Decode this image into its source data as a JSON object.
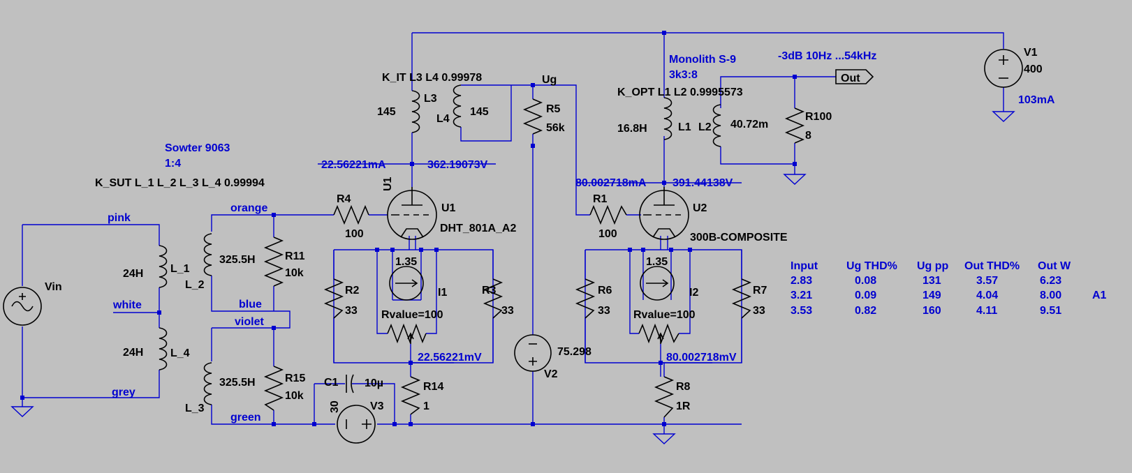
{
  "transformer_in": {
    "name": "Sowter 9063",
    "ratio": "1:4",
    "coupling": "K_SUT L_1 L_2 L_3 L_4 0.99994"
  },
  "transformer_it": {
    "coupling": "K_IT L3 L4  0.99978"
  },
  "transformer_out": {
    "name": "Monolith S-9",
    "ratio": "3k3:8",
    "coupling": "K_OPT L1 L2 0.9995573"
  },
  "response": "-3dB   10Hz ...54kHz",
  "out_label": "Out",
  "ug_label": "Ug",
  "nets": {
    "pink": "pink",
    "white": "white",
    "grey": "grey",
    "orange": "orange",
    "blue": "blue",
    "violet": "violet",
    "green": "green"
  },
  "sources": {
    "vin": "Vin",
    "v1": {
      "name": "V1",
      "value": "400",
      "current": "103mA"
    },
    "v2": {
      "name": "V2",
      "value": "75.298"
    },
    "v3": {
      "name": "V3",
      "value": "30"
    },
    "i1": {
      "name": "I1",
      "value": "1.35"
    },
    "i2": {
      "name": "I2",
      "value": "1.35"
    }
  },
  "inductors": {
    "L_1": {
      "name": "L_1",
      "value": "24H"
    },
    "L_4": {
      "name": "L_4",
      "value": "24H"
    },
    "L_2": {
      "name": "L_2",
      "value": "325.5H"
    },
    "L_3": {
      "name": "L_3",
      "value": "325.5H"
    },
    "L3": {
      "name": "L3",
      "value": "145"
    },
    "L4": {
      "name": "L4",
      "value": "145"
    },
    "L1": {
      "name": "L1",
      "value": "16.8H"
    },
    "L2": {
      "name": "L2",
      "value": "40.72m"
    }
  },
  "resistors": {
    "R1": {
      "name": "R1",
      "value": "100"
    },
    "R2": {
      "name": "R2",
      "value": "33"
    },
    "R3": {
      "name": "R3",
      "value": "33"
    },
    "R4": {
      "name": "R4",
      "value": "100"
    },
    "R5": {
      "name": "R5",
      "value": "56k"
    },
    "R6": {
      "name": "R6",
      "value": "33"
    },
    "R7": {
      "name": "R7",
      "value": "33"
    },
    "R8": {
      "name": "R8",
      "value": "1R"
    },
    "R11": {
      "name": "R11",
      "value": "10k"
    },
    "R14": {
      "name": "R14",
      "value": "1"
    },
    "R15": {
      "name": "R15",
      "value": "10k"
    },
    "R100": {
      "name": "R100",
      "value": "8"
    }
  },
  "capacitor": {
    "name": "C1",
    "value": "10µ"
  },
  "pots": {
    "p1": "Rvalue=100",
    "p2": "Rvalue=100"
  },
  "tubes": {
    "u1": {
      "name": "U1",
      "model": "DHT_801A_A2",
      "ref_rotated": "U1"
    },
    "u2": {
      "name": "U2",
      "model": "300B-COMPOSITE"
    }
  },
  "probes": {
    "u1_current": "22.56221mA",
    "u1_voltage": "362.19073V",
    "u1_bias": "22.56221mV",
    "u2_current": "80.002718mA",
    "u2_voltage": "391.44138V",
    "u2_bias": "80.002718mV"
  },
  "results_table": {
    "headers": [
      "Input",
      "Ug THD%",
      "Ug pp",
      "Out THD%",
      "Out W"
    ],
    "rows": [
      [
        "2.83",
        "0.08",
        "131",
        "3.57",
        "6.23"
      ],
      [
        "3.21",
        "0.09",
        "149",
        "4.04",
        "8.00"
      ],
      [
        "3.53",
        "0.82",
        "160",
        "4.11",
        "9.51"
      ]
    ],
    "mode_label": "A1"
  },
  "colors": {
    "background": "#c0c0c0",
    "wire": "#0000d0",
    "component": "#000000",
    "label_black": "#000000",
    "label_blue": "#0000d0"
  }
}
